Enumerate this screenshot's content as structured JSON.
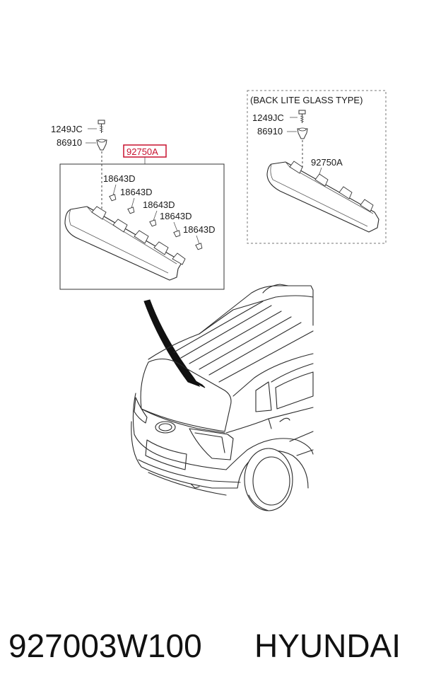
{
  "main_group": {
    "labels": {
      "bolt": "1249JC",
      "grommet": "86910",
      "lamp_assembly": "92750A",
      "bulbs": [
        "18643D",
        "18643D",
        "18643D",
        "18643D",
        "18643D"
      ]
    }
  },
  "inset_group": {
    "title": "(BACK LITE GLASS TYPE)",
    "labels": {
      "bolt": "1249JC",
      "grommet": "86910",
      "lamp_assembly": "92750A"
    }
  },
  "footer": {
    "part_number": "927003W100",
    "brand": "HYUNDAI"
  },
  "colors": {
    "highlight_box": "#c8102e",
    "line": "#333333",
    "frame_dashed": "#777777"
  }
}
